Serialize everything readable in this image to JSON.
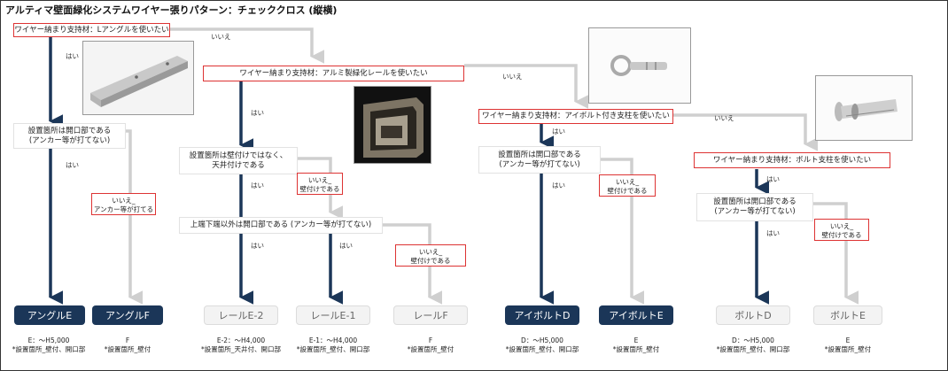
{
  "title": "アルティマ壁面緑化システムワイヤー張りパターン：チェッククロス (縦横)",
  "questions": {
    "angle": "ワイヤー納まり支持材：Lアングルを使いたい",
    "rail": "ワイヤー納まり支持材：アルミ製緑化レールを使いたい",
    "eyebolt": "ワイヤー納まり支持材：アイボルト付き支柱を使いたい",
    "bolt": "ワイヤー納まり支持材：ボルト支柱を使いたい",
    "opening_angle_1": "設置箇所は開口部である",
    "opening_angle_2": "(アンカー等が打てない)",
    "ceiling_1": "設置箇所は壁付けではなく、",
    "ceiling_2": "天井付けである",
    "top_bottom": "上端下端以外は開口部である (アンカー等が打てない)",
    "opening_eye_1": "設置箇所は開口部である",
    "opening_eye_2": "(アンカー等が打てない)",
    "opening_bolt_1": "設置箇所は開口部である",
    "opening_bolt_2": "(アンカー等が打てない)"
  },
  "labels": {
    "yes": "はい",
    "no": "いいえ"
  },
  "notes": {
    "anchor_ok_1": "いいえ_",
    "anchor_ok_2": "アンカー等が打てる",
    "wall_1": "いいえ_",
    "wall_2": "壁付けである"
  },
  "results": [
    {
      "label": "アングルE",
      "style": "dark",
      "code": "E：～H5,000",
      "place": "*設置箇所_壁付、開口部"
    },
    {
      "label": "アングルF",
      "style": "dark",
      "code": "F",
      "place": "*設置箇所_壁付"
    },
    {
      "label": "レールE-2",
      "style": "light",
      "code": "E-2：～H4,000",
      "place": "*設置箇所_天井付、開口部"
    },
    {
      "label": "レールE-1",
      "style": "light",
      "code": "E-1：～H4,000",
      "place": "*設置箇所_壁付、開口部"
    },
    {
      "label": "レールF",
      "style": "light",
      "code": "F",
      "place": "*設置箇所_壁付"
    },
    {
      "label": "アイボルトD",
      "style": "dark",
      "code": "D：～H5,000",
      "place": "*設置箇所_壁付、開口部"
    },
    {
      "label": "アイボルトE",
      "style": "dark",
      "code": "E",
      "place": "*設置箇所_壁付"
    },
    {
      "label": "ボルトD",
      "style": "light",
      "code": "D：～H5,000",
      "place": "*設置箇所_壁付、開口部"
    },
    {
      "label": "ボルトE",
      "style": "light",
      "code": "E",
      "place": "*設置箇所_壁付"
    }
  ],
  "colors": {
    "dark_flow": "#1b3658",
    "grey_flow": "#cfcfcf",
    "question_border": "#dd3333"
  }
}
